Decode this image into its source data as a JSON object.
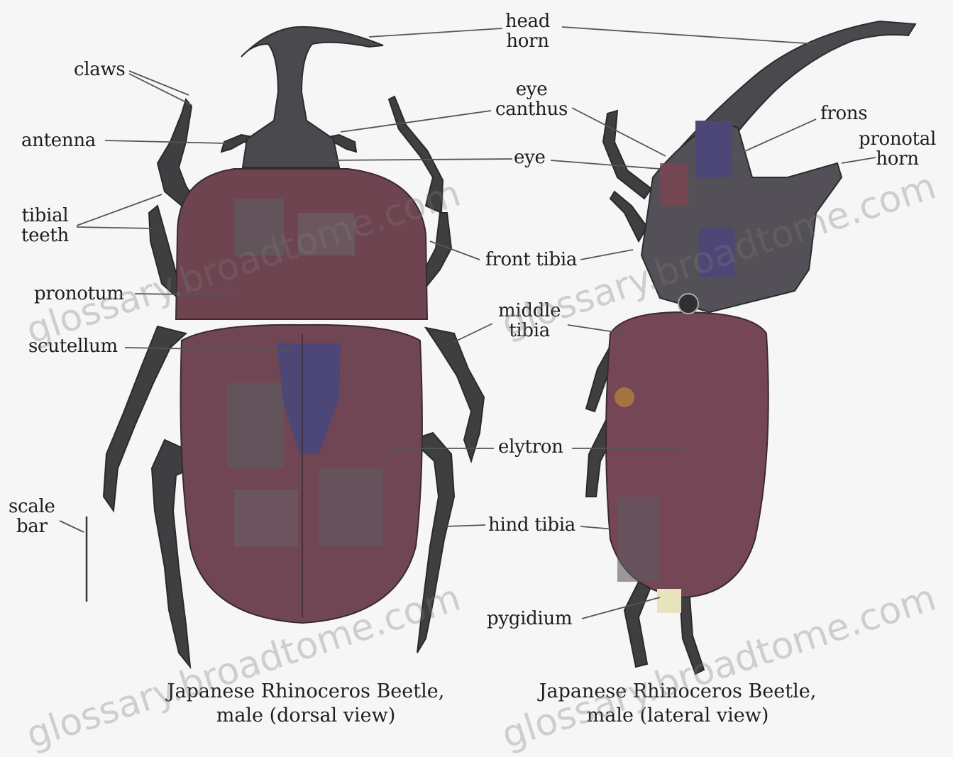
{
  "labels": {
    "head_horn": "head\nhorn",
    "claws": "claws",
    "antenna": "antenna",
    "tibial_teeth": "tibial\nteeth",
    "pronotum": "pronotum",
    "scutellum": "scutellum",
    "scale_bar": "scale\nbar",
    "eye_canthus": "eye\ncanthus",
    "eye": "eye",
    "frons": "frons",
    "pronotal_horn": "pronotal\nhorn",
    "front_tibia": "front tibia",
    "middle_tibia": "middle\ntibia",
    "elytron": "elytron",
    "hind_tibia": "hind tibia",
    "pygidium": "pygidium"
  },
  "captions": {
    "dorsal": "Japanese Rhinoceros Beetle,\nmale (dorsal view)",
    "lateral": "Japanese Rhinoceros Beetle,\nmale (lateral view)"
  },
  "watermark": "glossary.broadtome.com",
  "colors": {
    "background": "#f6f6f6",
    "body_dark": "#4a4a4e",
    "body_red": "#7c4350",
    "body_blue": "#4d4777",
    "leader_line": "#555555"
  }
}
